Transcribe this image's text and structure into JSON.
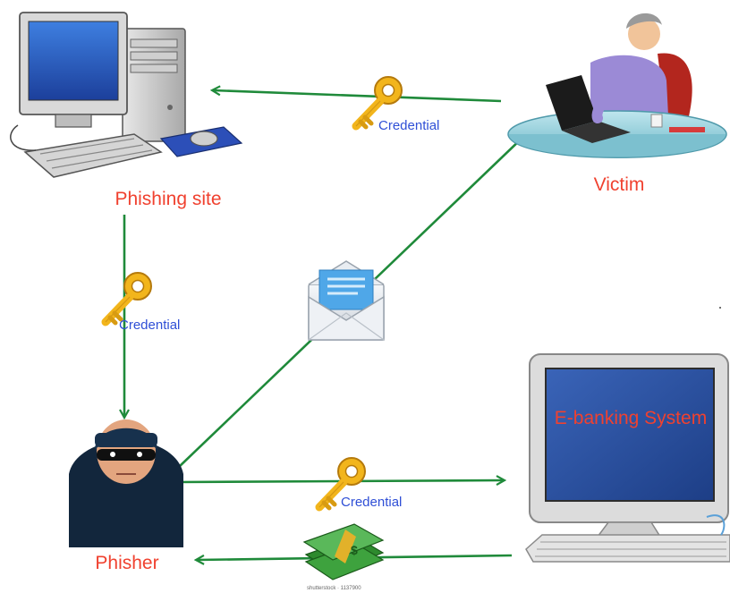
{
  "nodes": {
    "phishing_site": {
      "label": "Phishing site"
    },
    "victim": {
      "label": "Victim"
    },
    "phisher": {
      "label": "Phisher"
    },
    "ebanking": {
      "label": "E-banking System"
    }
  },
  "edges": {
    "victim_to_site": {
      "label": "Credential"
    },
    "site_to_phisher": {
      "label": "Credential"
    },
    "phisher_to_bank": {
      "label": "Credential"
    }
  },
  "watermark": "shutterstock · 1137900",
  "colors": {
    "arrow": "#1f8a3a",
    "node_label": "#f0412f",
    "credential_label": "#2f4fd6",
    "key": "#f2b51c"
  },
  "icons": [
    "desktop-computer-icon",
    "woman-at-laptop-icon",
    "burglar-icon",
    "monitor-icon",
    "key-icon",
    "envelope-icon",
    "money-stack-icon"
  ]
}
